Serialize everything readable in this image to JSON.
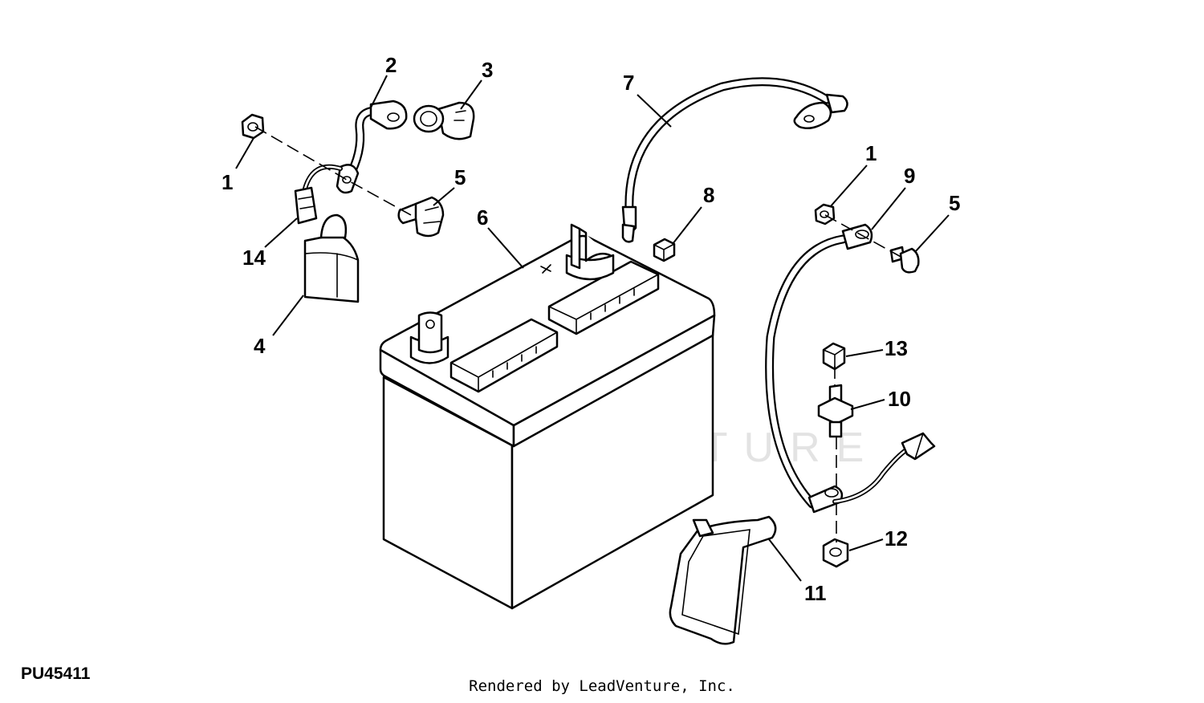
{
  "diagram": {
    "id": "PU45411",
    "credit": "Rendered by LeadVenture, Inc.",
    "watermark": "LEADVENTURE",
    "callouts": [
      "1",
      "2",
      "3",
      "4",
      "5",
      "6",
      "7",
      "8",
      "1",
      "9",
      "5",
      "13",
      "10",
      "11",
      "12",
      "14"
    ]
  },
  "colors": {
    "line": "#000000",
    "background": "#ffffff",
    "watermark": "#e3e3e3"
  }
}
